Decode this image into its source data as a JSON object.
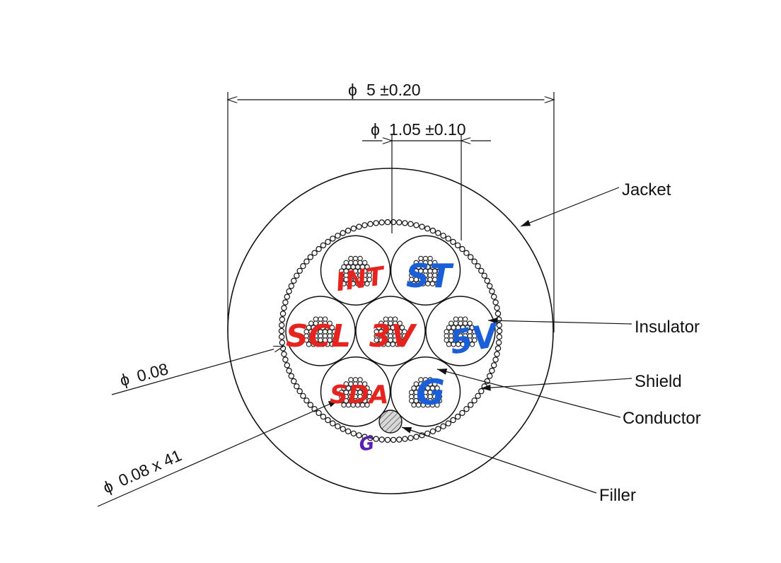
{
  "dimensions": {
    "outer": "5 ±0.20",
    "core": "1.05 ±0.10",
    "shield_wire": "0.08",
    "conductor_strand": "0.08 x 41",
    "diameter_symbol": "ϕ"
  },
  "callouts": {
    "jacket": "Jacket",
    "insulator": "Insulator",
    "shield": "Shield",
    "conductor": "Conductor",
    "filler": "Filler"
  },
  "handwritten": {
    "core_top_left": "INT",
    "core_top_right": "ST",
    "core_mid_left": "SCL",
    "core_center": "3V",
    "core_mid_right": "5V",
    "core_bottom_left": "SDA",
    "core_bottom_right": "G",
    "shield_mark": "G"
  },
  "colors": {
    "handwriting_red": "#e5231f",
    "handwriting_blue": "#1a5ed8",
    "handwriting_purple": "#5a1fb0"
  }
}
